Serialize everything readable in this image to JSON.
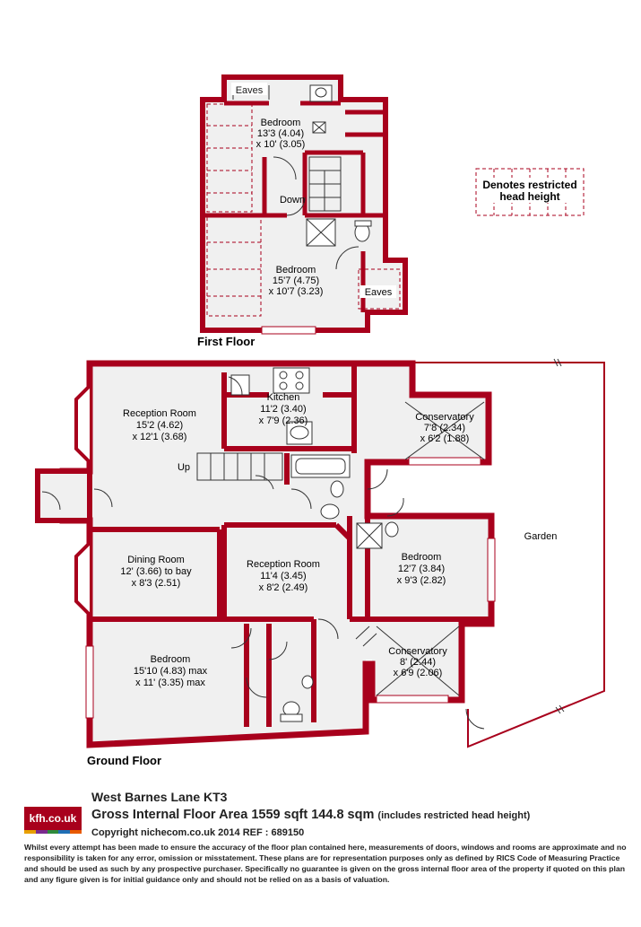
{
  "first_floor": {
    "eaves_top": "Eaves",
    "bedroom_1_name": "Bedroom",
    "bedroom_1_size_a": "13'3 (4.04)",
    "bedroom_1_size_b": "x 10' (3.05)",
    "down_label": "Down",
    "bedroom_2_name": "Bedroom",
    "bedroom_2_size_a": "15'7 (4.75)",
    "bedroom_2_size_b": "x 10'7 (3.23)",
    "eaves_side": "Eaves",
    "floor_label": "First Floor"
  },
  "legend": {
    "line1": "Denotes restricted",
    "line2": "head height"
  },
  "ground_floor": {
    "reception_1_name": "Reception Room",
    "reception_1_size_a": "15'2 (4.62)",
    "reception_1_size_b": "x 12'1 (3.68)",
    "up_label": "Up",
    "kitchen_name": "Kitchen",
    "kitchen_size_a": "11'2 (3.40)",
    "kitchen_size_b": "x 7'9 (2.36)",
    "conservatory_1_name": "Conservatory",
    "conservatory_1_size_a": "7'8 (2.34)",
    "conservatory_1_size_b": "x 6'2 (1.88)",
    "garden_label": "Garden",
    "dining_name": "Dining Room",
    "dining_size_a": "12' (3.66) to bay",
    "dining_size_b": "x 8'3 (2.51)",
    "reception_2_name": "Reception Room",
    "reception_2_size_a": "11'4 (3.45)",
    "reception_2_size_b": "x 8'2 (2.49)",
    "bedroom_3_name": "Bedroom",
    "bedroom_3_size_a": "12'7 (3.84)",
    "bedroom_3_size_b": "x 9'3 (2.82)",
    "conservatory_2_name": "Conservatory",
    "conservatory_2_size_a": "8' (2.44)",
    "conservatory_2_size_b": "x 6'9 (2.06)",
    "bedroom_4_name": "Bedroom",
    "bedroom_4_size_a": "15'10 (4.83) max",
    "bedroom_4_size_b": "x 11' (3.35) max",
    "floor_label": "Ground Floor"
  },
  "footer": {
    "logo_text": "kfh.co.uk",
    "logo_colors": [
      "#e8a000",
      "#7a2b8f",
      "#2e8b3d",
      "#1f6fb5",
      "#e85a00"
    ],
    "address": "West Barnes Lane  KT3",
    "area_main": "Gross Internal Floor Area 1559 sqft 144.8 sqm",
    "area_note": "(includes restricted head height)",
    "copyright": "Copyright nichecom.co.uk 2014 REF : 689150",
    "disclaimer": "Whilst every attempt has been made to ensure the accuracy of the floor plan contained here, measurements of doors, windows and rooms are approximate and no responsibility is taken for any error, omission or misstatement.  These plans are for representation purposes only as defined by RICS Code of Measuring Practice and should be used as such by any prospective purchaser.  Specifically no guarantee is given on the gross internal floor area of the property if quoted on this plan and any figure given is for initial guidance only and should not be relied on as a basis of valuation."
  },
  "colors": {
    "wall": "#a8001c",
    "floor": "#f0f0f0"
  }
}
